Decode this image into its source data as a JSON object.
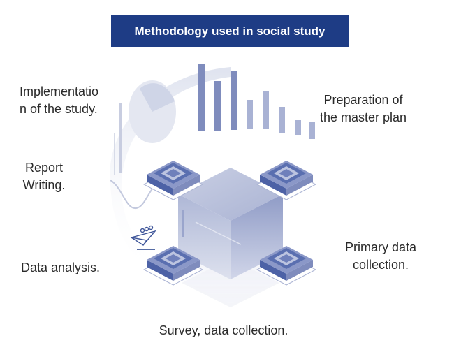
{
  "title": "Methodology used in social study",
  "steps": {
    "implementation": "Implementatio\nn of the study.",
    "preparation": "Preparation of\nthe master plan",
    "report": "Report\nWriting.",
    "analysis": "Data analysis.",
    "primary": "Primary data\ncollection.",
    "survey": "Survey, data collection."
  },
  "colors": {
    "title_bg": "#1e3c85",
    "chip": "#5a6fb0",
    "bars": "#7f8cbd",
    "pale": "#dfe3ef"
  },
  "decor_bars": [
    0.9,
    0.66,
    0.79,
    0.37,
    0.5,
    0.3,
    0.14,
    0.26
  ]
}
